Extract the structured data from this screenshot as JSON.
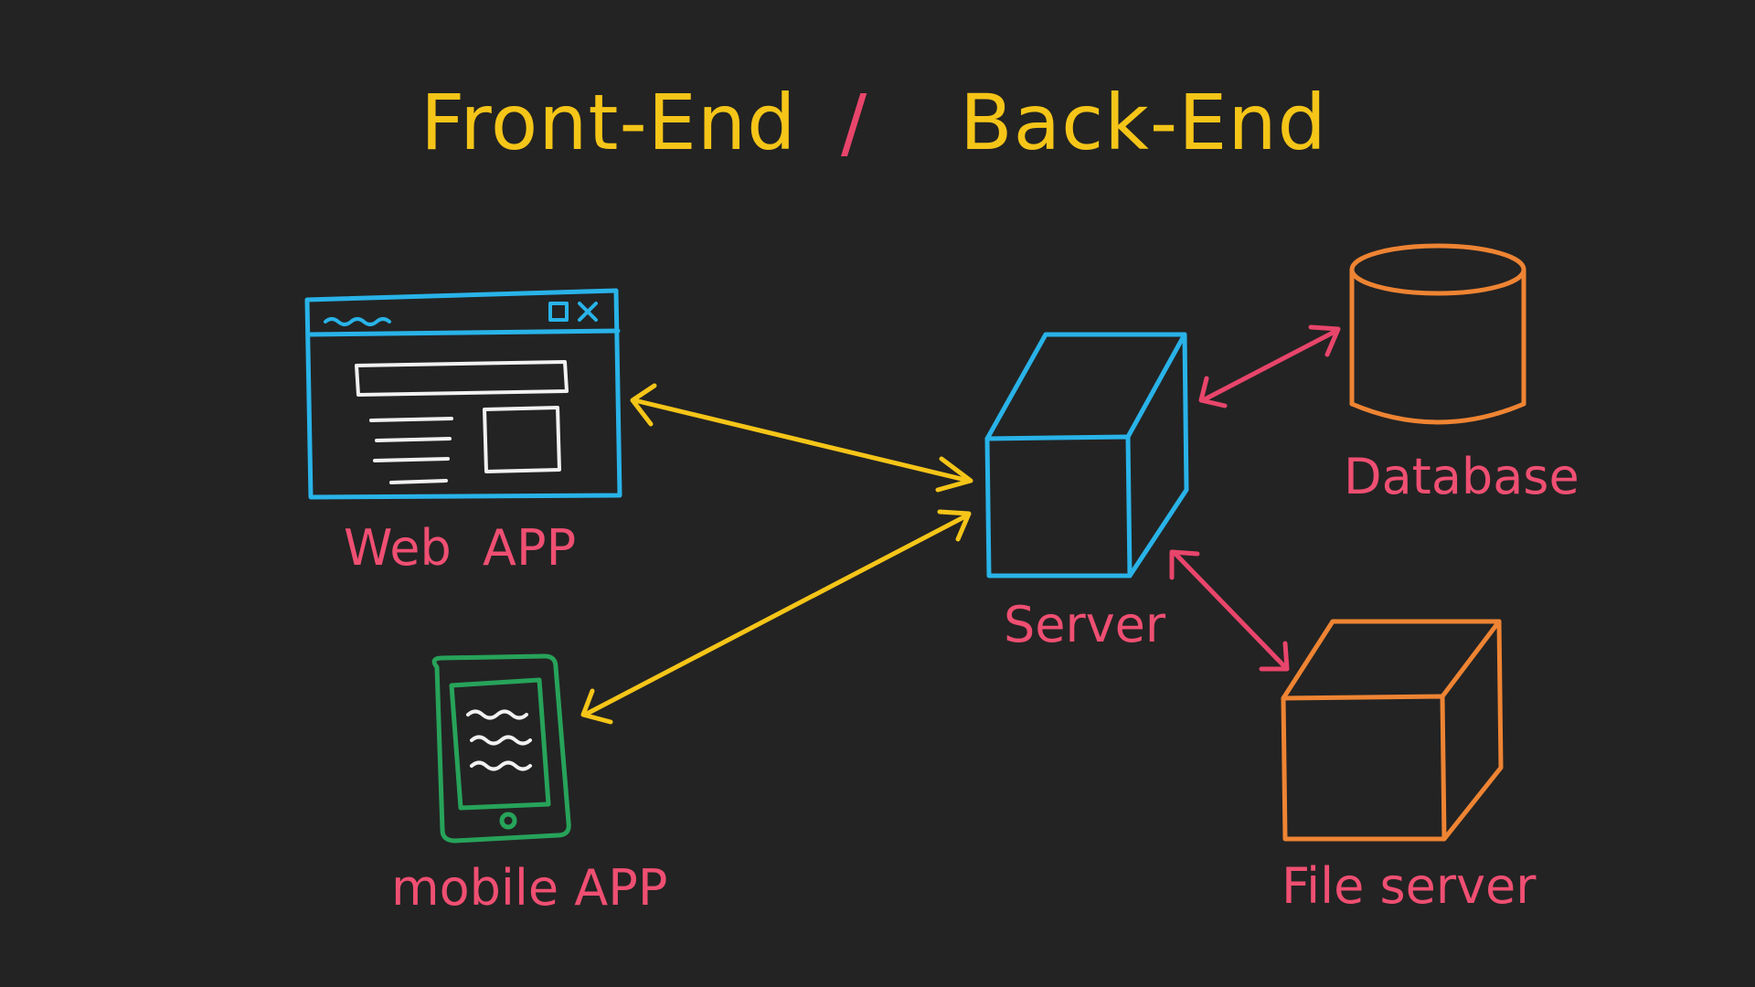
{
  "title": {
    "front": "Front-End",
    "separator": "/",
    "back": "Back-End"
  },
  "nodes": {
    "web_app": {
      "label": "Web  APP",
      "icon": "browser-window-icon"
    },
    "mobile_app": {
      "label": "mobile APP",
      "icon": "mobile-device-icon"
    },
    "server": {
      "label": "Server",
      "icon": "cube-icon"
    },
    "database": {
      "label": "Database",
      "icon": "database-cylinder-icon"
    },
    "file_server": {
      "label": "File server",
      "icon": "cube-icon"
    }
  },
  "colors": {
    "background": "#232323",
    "title": "#f5c518",
    "separator": "#e8456b",
    "labels": "#ef4f72",
    "web_app": "#29b3e8",
    "mobile_app": "#27a35a",
    "server": "#29b3e8",
    "database": "#ee8433",
    "file_server": "#ee8433",
    "frontend_arrows": "#f5c518",
    "backend_arrows": "#e8456b",
    "sketch_lines": "#f2f2f2"
  }
}
